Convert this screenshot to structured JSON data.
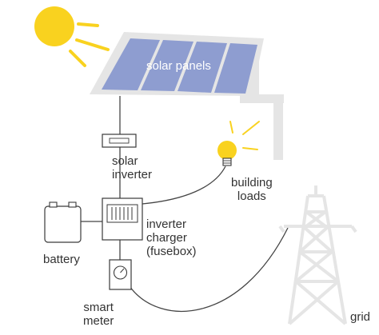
{
  "labels": {
    "solar_panels": "solar panels",
    "solar_inverter": "solar\ninverter",
    "building_loads": "building\nloads",
    "battery": "battery",
    "inverter_charger": "inverter\ncharger\n(fusebox)",
    "smart_meter": "smart\nmeter",
    "grid": "grid"
  },
  "colors": {
    "sun": "#F9D21F",
    "panel_cell": "#8E9DD0",
    "frame": "#E5E5E5",
    "outline": "#3a3a3a",
    "wire": "#444444",
    "bulb": "#F9D21F",
    "text": "#333333"
  },
  "icons": [
    "sun-icon",
    "solar-panel-icon",
    "solar-inverter-icon",
    "light-bulb-icon",
    "battery-icon",
    "fusebox-icon",
    "smart-meter-icon",
    "transmission-tower-icon"
  ]
}
